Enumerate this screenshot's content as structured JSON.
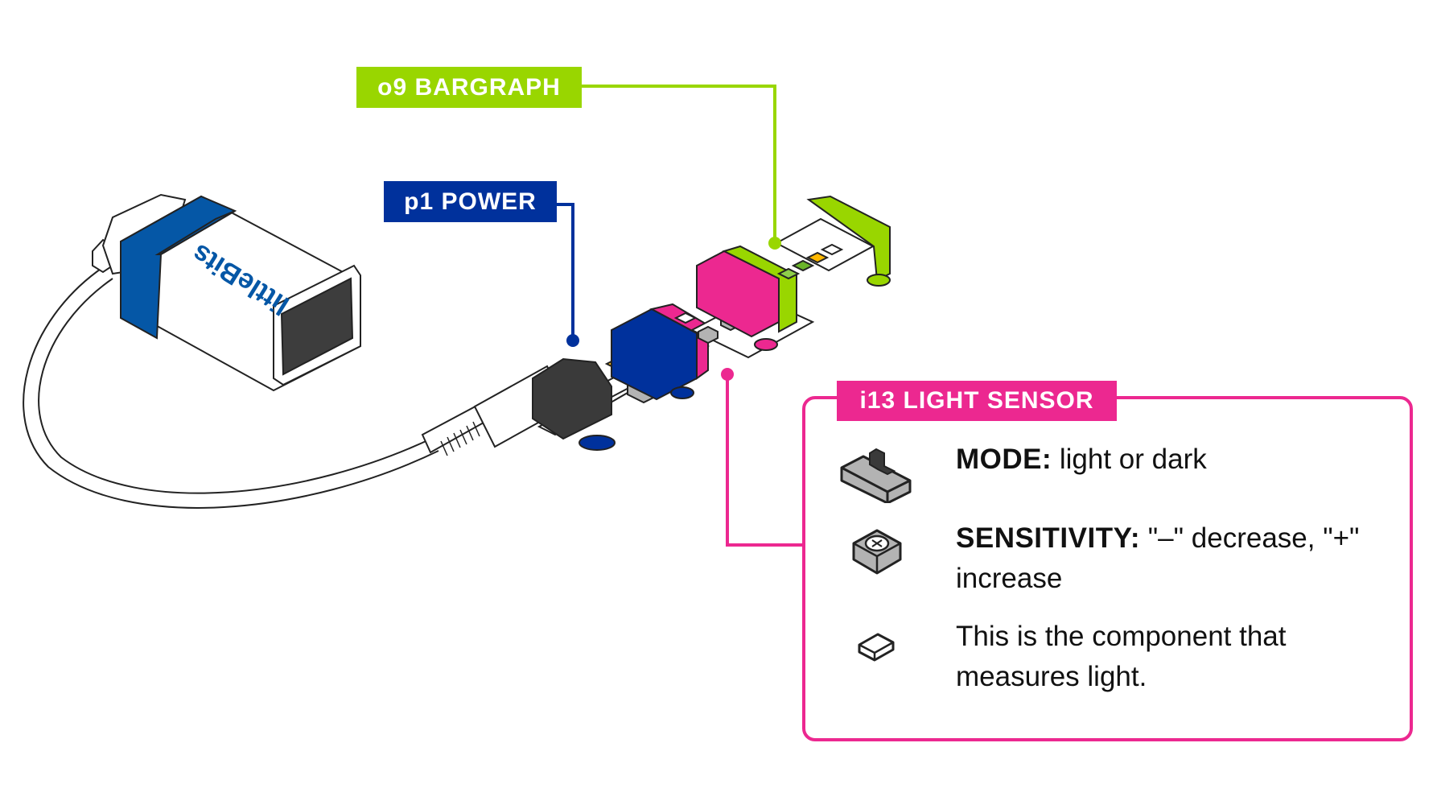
{
  "labels": {
    "bargraph": "o9 BARGRAPH",
    "power": "p1 POWER",
    "light_sensor": "i13 LIGHT SENSOR"
  },
  "battery": {
    "brand": "littleBits"
  },
  "callout": {
    "rows": [
      {
        "icon": "slide-switch-icon",
        "key": "MODE:",
        "text": " light or dark"
      },
      {
        "icon": "potentiometer-icon",
        "key": "SENSITIVITY:",
        "text": " \"–\" decrease, \"+\" increase"
      },
      {
        "icon": "light-sensor-icon",
        "key": "",
        "text": "This is the component that measures light."
      }
    ]
  },
  "colors": {
    "bargraph_green": "#99d600",
    "power_blue": "#00319c",
    "sensor_pink": "#ec2890",
    "battery_blue": "#0557a6",
    "module_dark": "#3a3a3a",
    "switch_gray": "#b3b3b3"
  }
}
